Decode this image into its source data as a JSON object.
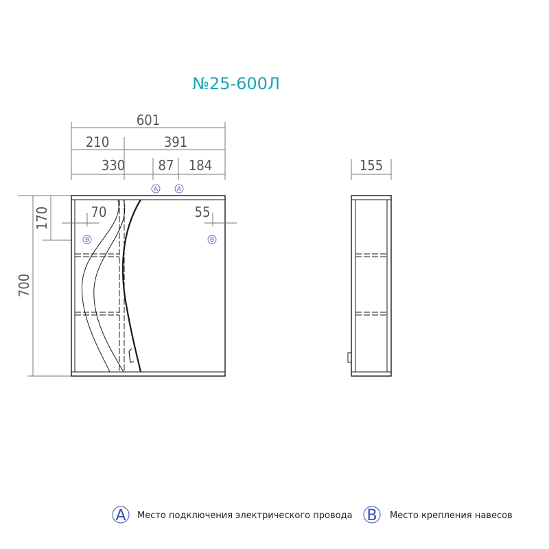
{
  "title": "№25-600Л",
  "dimensions": {
    "overall_width": "601",
    "left_section": "210",
    "right_section": "391",
    "left_offset": "330",
    "middle": "87",
    "right_offset": "184",
    "top_offset": "170",
    "height": "700",
    "mount_left": "70",
    "mount_right": "55",
    "depth": "155"
  },
  "markers": {
    "a": "A",
    "b": "B"
  },
  "legend": {
    "a_text": "Место подключения электрического провода",
    "b_text": "Место крепления навесов"
  },
  "colors": {
    "title": "#1aa6b0",
    "marker": "#3a4fb0",
    "line": "#1a1a1a",
    "dim_line": "#777777"
  }
}
